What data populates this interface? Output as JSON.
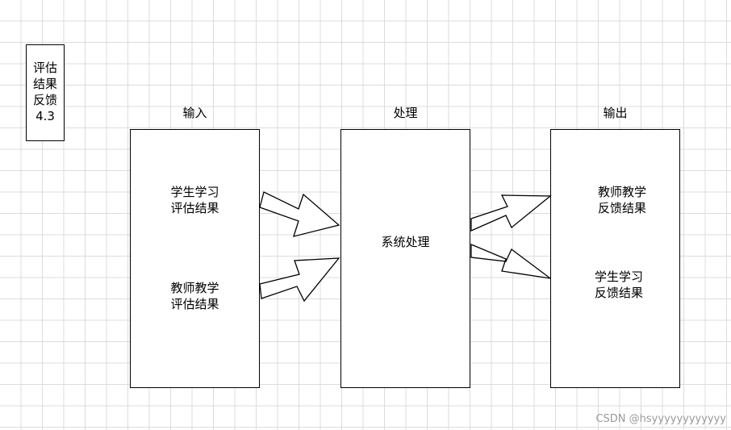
{
  "section_label": {
    "line1": "评估",
    "line2": "结果",
    "line3": "反馈",
    "line4": "4.3"
  },
  "columns": {
    "input": {
      "header": "输入",
      "item1": {
        "line1": "学生学习",
        "line2": "评估结果"
      },
      "item2": {
        "line1": "教师教学",
        "line2": "评估结果"
      }
    },
    "process": {
      "header": "处理",
      "item": "系统处理"
    },
    "output": {
      "header": "输出",
      "item1": {
        "line1": "教师教学",
        "line2": "反馈结果"
      },
      "item2": {
        "line1": "学生学习",
        "line2": "反馈结果"
      }
    }
  },
  "watermark": "CSDN @hsyyyyyyyyyyyy"
}
